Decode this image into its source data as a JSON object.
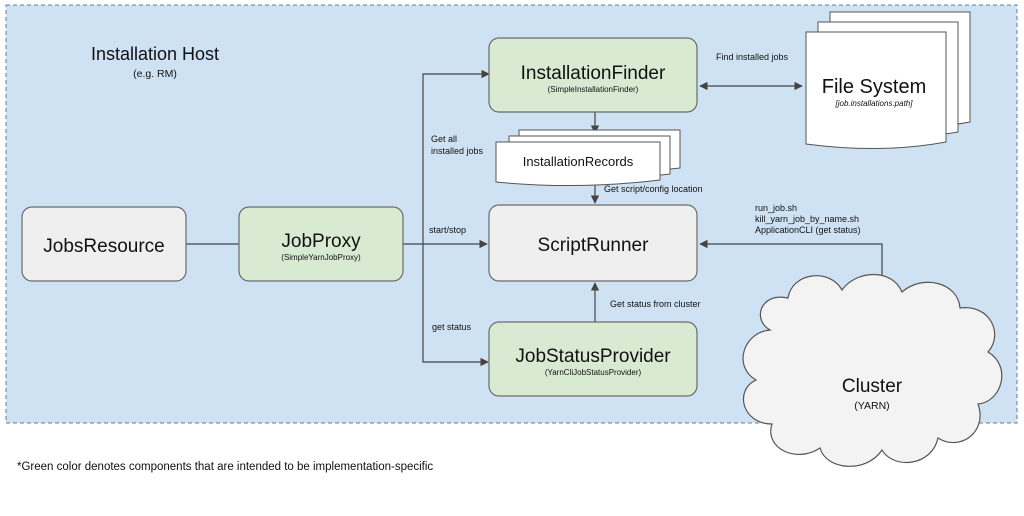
{
  "colors": {
    "host_fill": "#cfe2f3",
    "host_border": "#5f7f99",
    "green_fill": "#d9ead3",
    "grey_fill": "#efefef",
    "node_border": "#6b6b6b",
    "edge": "#444444",
    "white": "#ffffff"
  },
  "host": {
    "title": "Installation Host",
    "subtitle": "(e.g. RM)"
  },
  "nodes": {
    "jobs_resource": {
      "label": "JobsResource"
    },
    "job_proxy": {
      "label": "JobProxy",
      "sub": "(SimpleYarnJobProxy)"
    },
    "installation_finder": {
      "label": "InstallationFinder",
      "sub": "(SimpleInstallationFinder)"
    },
    "installation_records": {
      "label": "InstallationRecords"
    },
    "script_runner": {
      "label": "ScriptRunner"
    },
    "job_status_provider": {
      "label": "JobStatusProvider",
      "sub": "(YarnCliJobStatusProvider)"
    },
    "file_system": {
      "label": "File System",
      "sub": "[job.installations.path]"
    },
    "cluster": {
      "label": "Cluster",
      "sub": "(YARN)"
    }
  },
  "edges": {
    "get_all_installed": {
      "line1": "Get all",
      "line2": "installed jobs"
    },
    "start_stop": "start/stop",
    "get_status": "get status",
    "find_installed": "Find installed jobs",
    "get_script_config": "Get script/config location",
    "get_status_cluster": "Get status from cluster",
    "scripts": [
      "run_job.sh",
      "kill_yarn_job_by_name.sh",
      "ApplicationCLI (get status)"
    ]
  },
  "footnote": "*Green color denotes components that are intended to be implementation-specific"
}
